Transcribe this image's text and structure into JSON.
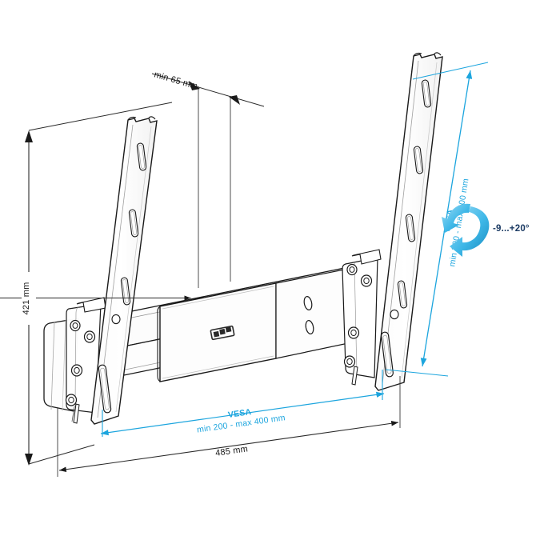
{
  "diagram": {
    "title": "tv-wall-mount-tilt-bracket-technical-drawing",
    "product_type": "Tilting TV wall mount bracket",
    "view": "three-quarter isometric technical line drawing"
  },
  "colors": {
    "line": "#1a1a1a",
    "line_light": "#555555",
    "cyan": "#1ca5de",
    "cyan_dark": "#1588bd",
    "cyan_light": "#7fd4f2",
    "navy": "#1b3a63",
    "background": "#ffffff"
  },
  "dimensions": {
    "height": {
      "label": "421 mm",
      "orientation": "vertical",
      "position": "left"
    },
    "width": {
      "label": "485 mm",
      "orientation": "horizontal",
      "position": "bottom"
    },
    "wall_gap": {
      "label": "min 65 mm",
      "orientation": "horizontal",
      "position": "top"
    }
  },
  "vesa": {
    "horizontal": {
      "title": "VESA",
      "range": "min 200 - max 400 mm",
      "position": "bottom"
    },
    "vertical": {
      "title": "VESA",
      "range": "min 200 - max 400 mm",
      "position": "right"
    }
  },
  "tilt": {
    "label": "-9...+20°",
    "icon": "curved-double-arrow-icon",
    "position": "right"
  },
  "annotations": {
    "badge": "product-logo-badge"
  }
}
